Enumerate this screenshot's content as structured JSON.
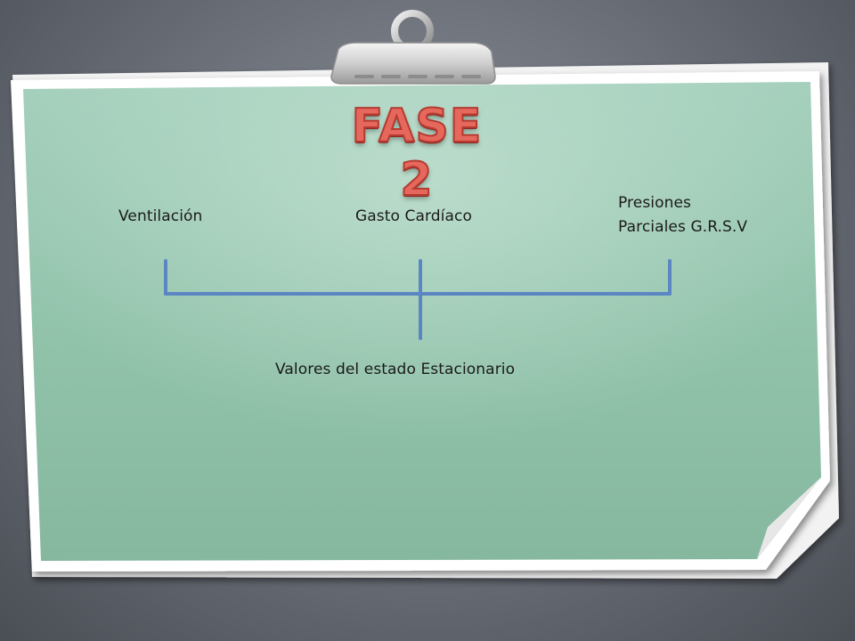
{
  "slide": {
    "title": "FASE 2",
    "nodes": {
      "ventilacion": "Ventilación",
      "gasto_cardiaco": "Gasto Cardíaco",
      "presiones_line1": "Presiones",
      "presiones_line2": "Parciales G.R.S.V",
      "result": "Valores del estado Estacionario"
    },
    "colors": {
      "paper": "#9cc8b2",
      "connector": "#5b86c3",
      "title": "#e6685d"
    }
  }
}
